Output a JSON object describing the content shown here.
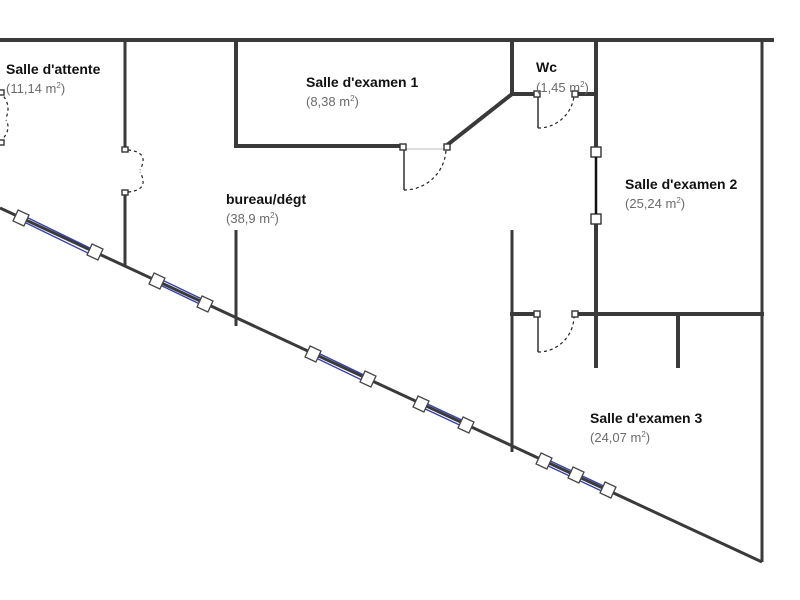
{
  "rooms": [
    {
      "name": "Salle d'attente",
      "area": "11,14 m",
      "unit_exponent": "2"
    },
    {
      "name": "Salle d'examen 1",
      "area": "8,38 m",
      "unit_exponent": "2"
    },
    {
      "name": "Wc",
      "area": "1,45 m",
      "unit_exponent": "2"
    },
    {
      "name": "bureau/dégt",
      "area": "38,9 m",
      "unit_exponent": "2"
    },
    {
      "name": "Salle d'examen 2",
      "area": "25,24 m",
      "unit_exponent": "2"
    },
    {
      "name": "Salle d'examen 3",
      "area": "24,07 m",
      "unit_exponent": "2"
    }
  ],
  "colors": {
    "wall": "#3a3a3a",
    "window_glass": "#3340a8",
    "label": "#111111",
    "area": "#6b6b6b"
  }
}
